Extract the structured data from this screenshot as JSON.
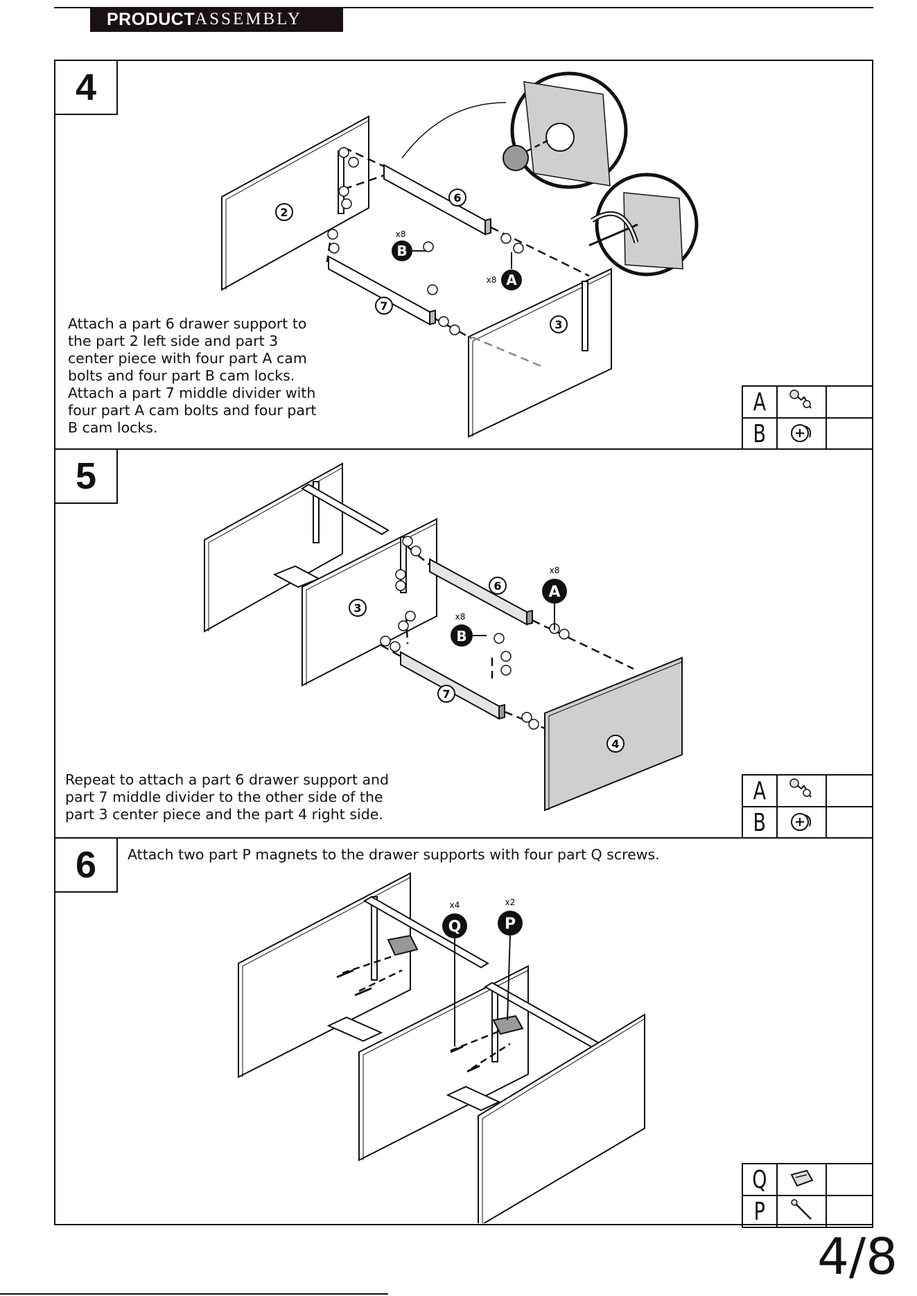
{
  "header": {
    "title_bold": "PRODUCT",
    "title_light": "ASSEMBLY"
  },
  "steps": [
    {
      "number": "4",
      "instruction": "Attach a part 6 drawer support to\nthe part 2 left side and part 3\ncenter piece with four part A cam\nbolts and four part B cam locks.\nAttach a part 7 middle divider with\nfour part A cam bolts and four part\nB cam locks.",
      "callouts": {
        "part6": "6",
        "part2": "2",
        "part7": "7",
        "part3": "3",
        "A": "A",
        "B": "B",
        "qtyA": "x8",
        "qtyB": "x8"
      },
      "legend": [
        {
          "letter": "A",
          "icon": "cam-bolt-icon"
        },
        {
          "letter": "B",
          "icon": "cam-lock-icon"
        }
      ]
    },
    {
      "number": "5",
      "instruction": "Repeat to attach a part 6 drawer support and\npart 7 middle divider to the other side of the\npart 3 center piece and the part 4 right side.",
      "callouts": {
        "part6": "6",
        "part3": "3",
        "part7": "7",
        "part4": "4",
        "A": "A",
        "B": "B",
        "qtyA": "x8",
        "qtyB": "x8"
      },
      "legend": [
        {
          "letter": "A",
          "icon": "cam-bolt-icon"
        },
        {
          "letter": "B",
          "icon": "cam-lock-icon"
        }
      ]
    },
    {
      "number": "6",
      "instruction": "Attach two part P magnets to the drawer supports with four part Q screws.",
      "callouts": {
        "Q": "Q",
        "P": "P",
        "qtyQ": "x4",
        "qtyP": "x2"
      },
      "legend": [
        {
          "letter": "Q",
          "icon": "magnet-icon"
        },
        {
          "letter": "P",
          "icon": "screw-icon"
        }
      ]
    }
  ],
  "page_number": "4/8",
  "colors": {
    "ink": "#111111",
    "panel_gray": "#cfcfcf",
    "header_bg": "#1a1212"
  }
}
